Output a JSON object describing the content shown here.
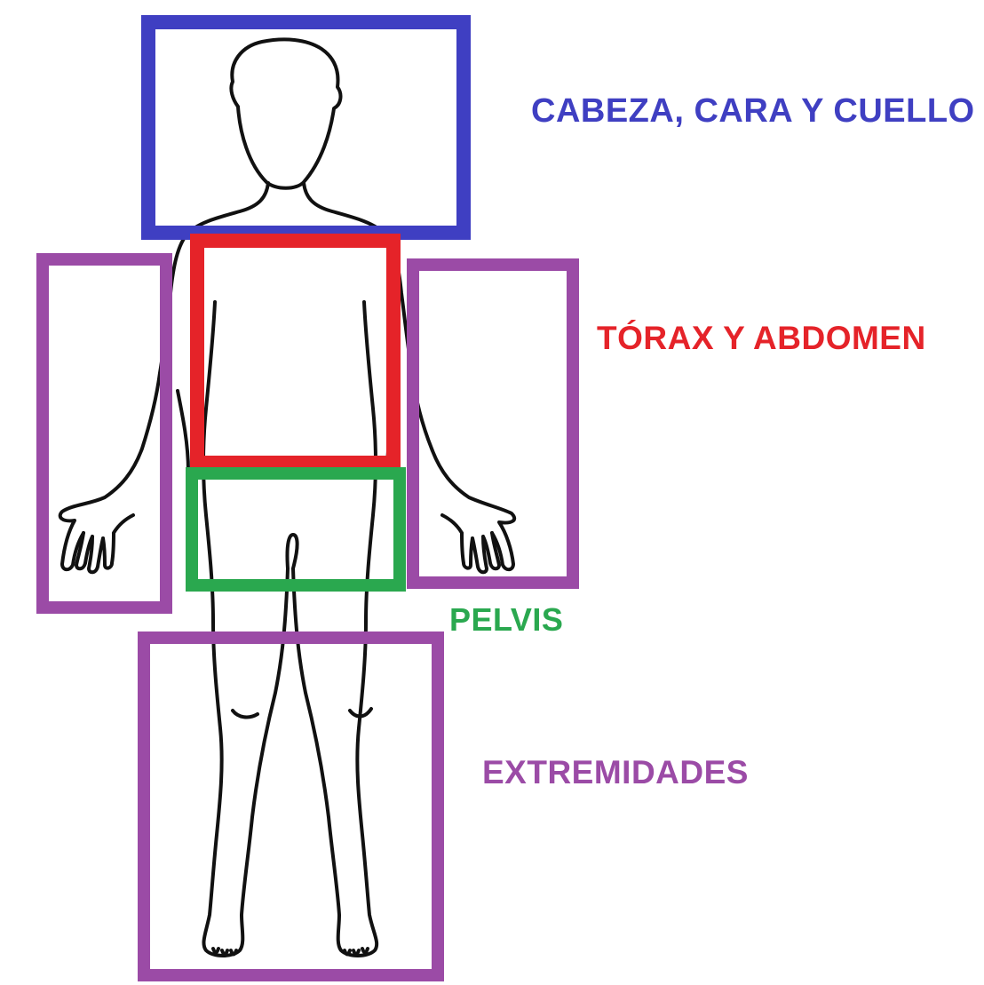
{
  "regions": {
    "head": {
      "label": "CABEZA, CARA Y CUELLO",
      "color": "#3f3fc2"
    },
    "torso": {
      "label": "TÓRAX Y ABDOMEN",
      "color": "#e52329"
    },
    "pelvis": {
      "label": "PELVIS",
      "color": "#2aa84f"
    },
    "limbs": {
      "label": "EXTREMIDADES",
      "color": "#9b4ba6"
    }
  },
  "figure": {
    "stroke_color": "#111111"
  }
}
